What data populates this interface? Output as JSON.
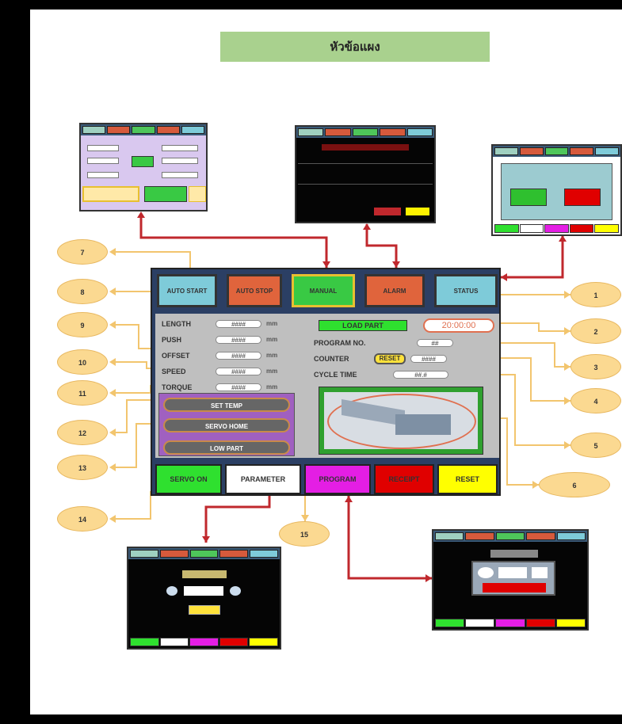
{
  "title": "หัวข้อแผง",
  "colors": {
    "accent_red": "#c0282d",
    "callout_fill": "#fbd991",
    "connector": "#f2c56e",
    "panel_bg": "#2b3f64"
  },
  "main_panel": {
    "top_buttons": [
      {
        "label": "AUTO START",
        "color": "#7ecbd9"
      },
      {
        "label": "AUTO STOP",
        "color": "#e0643c"
      },
      {
        "label": "MANUAL",
        "color": "#39c944"
      },
      {
        "label": "ALARM",
        "color": "#e0643c"
      },
      {
        "label": "STATUS",
        "color": "#7ecbd9"
      }
    ],
    "left_params": [
      {
        "label": "LENGTH",
        "value": "####",
        "unit": "mm"
      },
      {
        "label": "PUSH",
        "value": "####",
        "unit": "mm"
      },
      {
        "label": "OFFSET",
        "value": "####",
        "unit": "mm"
      },
      {
        "label": "SPEED",
        "value": "####",
        "unit": "mm"
      },
      {
        "label": "TORQUE",
        "value": "####",
        "unit": "mm"
      }
    ],
    "right_info": {
      "load_part": "LOAD PART",
      "time": "20:00:00",
      "program_no_label": "PROGRAM NO.",
      "program_no_value": "##",
      "counter_label": "COUNTER",
      "reset_label": "RESET",
      "counter_value": "####",
      "cycle_time_label": "CYCLE TIME",
      "cycle_time_value": "##.#"
    },
    "mode_buttons": [
      "SET TEMP",
      "SERVO HOME",
      "LOW PART"
    ],
    "bottom_buttons": [
      {
        "label": "SERVO ON",
        "color": "#2fe02f"
      },
      {
        "label": "PARAMETER",
        "color": "#ffffff"
      },
      {
        "label": "PROGRAM",
        "color": "#e41ee4"
      },
      {
        "label": "RECEIPT",
        "color": "#e00000"
      },
      {
        "label": "RESET",
        "color": "#ffff00"
      }
    ]
  },
  "callouts_left": [
    "7",
    "8",
    "9",
    "10",
    "11",
    "12",
    "13",
    "14"
  ],
  "callouts_right": [
    "1",
    "2",
    "3",
    "4",
    "5",
    "6"
  ],
  "callout_bottom": "15"
}
